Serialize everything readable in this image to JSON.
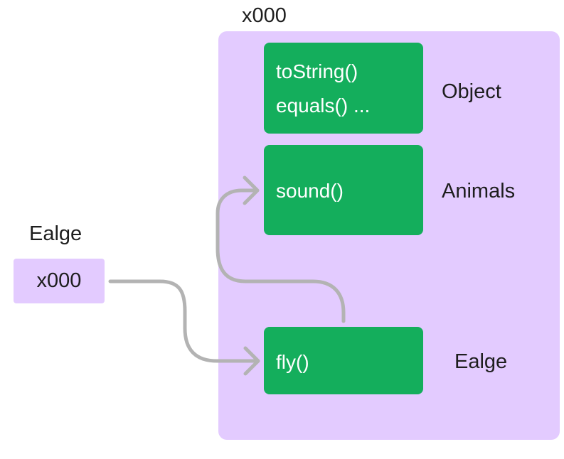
{
  "heap": {
    "address": "x000"
  },
  "blocks": [
    {
      "lines": [
        "toString()",
        "equals() ..."
      ],
      "class_label": "Object"
    },
    {
      "lines": [
        "sound()"
      ],
      "class_label": "Animals"
    },
    {
      "lines": [
        "fly()"
      ],
      "class_label": "Ealge"
    }
  ],
  "variable": {
    "name": "Ealge",
    "value": "x000"
  },
  "colors": {
    "heap_fill": "#e3cbff",
    "method_block_fill": "#14ae5c",
    "arrow_stroke": "#b3b3b3"
  }
}
